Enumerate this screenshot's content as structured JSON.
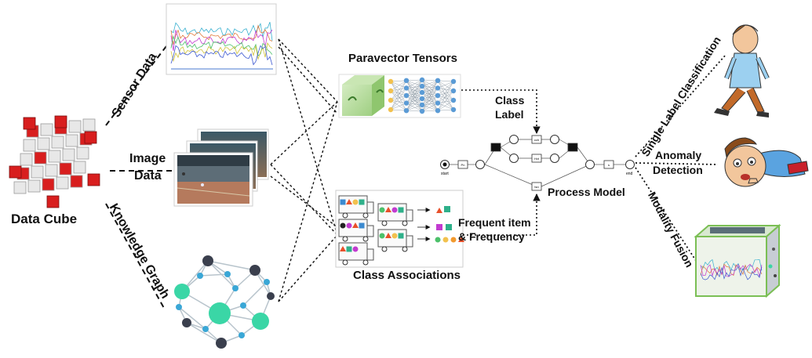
{
  "labels": {
    "data_cube": "Data Cube",
    "sensor_data": "Sensor Data",
    "image_data_line1": "Image",
    "image_data_line2": "Data",
    "knowledge_graph": "Knowledge Graph",
    "paravector_tensors": "Paravector Tensors",
    "class_label_line1": "Class",
    "class_label_line2": "Label",
    "frequent_item_line1": "Frequent item",
    "frequent_item_line2": "& Frequency",
    "class_associations": "Class Associations",
    "process_model": "Process Model",
    "single_label_classification": "Single Label Classification",
    "anomaly_line1": "Anomaly",
    "anomaly_line2": "Detection",
    "modality_fusion": "Modality Fusion"
  },
  "process_nodes": {
    "start": "start",
    "end": "end",
    "activities": [
      "Pn",
      "cch",
      "Hvt",
      "tsn",
      "s"
    ]
  },
  "colors": {
    "cube_red": "#d81e1e",
    "cube_white": "#e8e8e8",
    "graph_teal": "#3ad6a6",
    "graph_blue": "#3aa7d6",
    "graph_dark": "#3a3f4d",
    "nn_node": "#5b9bd5",
    "nn_input": "#f2c14e",
    "tensor_green": "#b7dd9c"
  }
}
